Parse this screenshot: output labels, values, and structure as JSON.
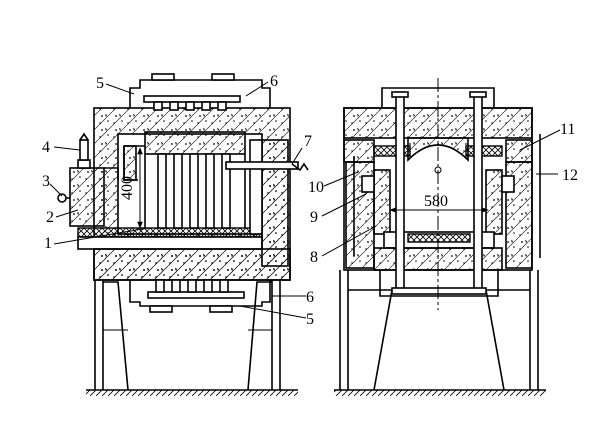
{
  "callouts": {
    "n1": "1",
    "n2": "2",
    "n3": "3",
    "n4": "4",
    "n5": "5",
    "n6": "6",
    "n7": "7",
    "n8": "8",
    "n9": "9",
    "n10": "10",
    "n11": "11",
    "n12": "12",
    "n5b": "5",
    "n6b": "6"
  },
  "dimensions": {
    "height": "400",
    "width": "580"
  }
}
